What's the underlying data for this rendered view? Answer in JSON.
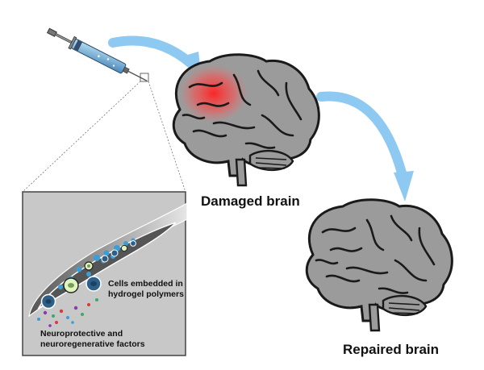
{
  "labels": {
    "damaged": "Damaged brain",
    "repaired": "Repaired brain",
    "cells_line1": "Cells embedded in",
    "cells_line2": "hydrogel polymers",
    "factors_line1": "Neuroprotective and",
    "factors_line2": "neuroregenerative factors"
  },
  "colors": {
    "arrow": "#8ec9f2",
    "brain_fill": "#9b9b9b",
    "brain_stroke": "#1a1a1a",
    "damage": "#ff3a3a",
    "inset_bg": "#c8c8c8",
    "needle_fill": "#6a6a6a",
    "cell_blue": "#2c5f8a",
    "gel_blue": "#3a9fd9",
    "cell_light": "#dff5c0"
  }
}
